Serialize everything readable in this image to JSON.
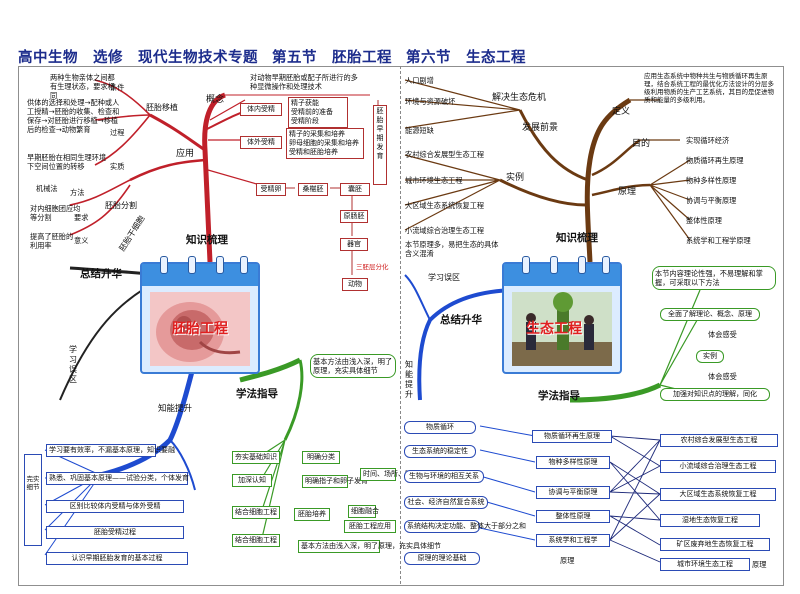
{
  "title": {
    "main": "高中生物　选修　现代生物技术专题",
    "sec5": "第五节　胚胎工程",
    "sec6": "第六节　生态工程"
  },
  "left": {
    "card_label": "胚胎工程",
    "branches": {
      "knowledge": "知识梳理",
      "summary": "总结升华",
      "method": "学法指导",
      "concept": "概念",
      "apply": "应用",
      "embryo_transfer": "胚胎移植",
      "embryo_split": "胚胎分割",
      "stem_cell": "胚胎干细胞",
      "error_zone": "学习误区",
      "ability": "知能提升"
    },
    "concept": {
      "desc": "对动物早期胚胎或配子所进行的多种显微操作和处理技术",
      "in_vivo": "体内受精",
      "in_vitro": "体外受精",
      "in_vivo_detail": "精子获能\n受精前的准备\n受精阶段",
      "in_vitro_detail": "精子的采集和培养\n卵母细胞的采集和培养\n受精和胚胎培养"
    },
    "development": {
      "vertical_box": "胚胎早期发育",
      "zygote": "受精卵",
      "morula": "桑椹胚",
      "blastula": "囊胚",
      "gastrula": "原肠胚",
      "organ": "器官",
      "individual": "动物",
      "note": "三胚层分化"
    },
    "transfer": {
      "concept": "两种生物亲体之间都有生理状态，要求相同",
      "concept_tag": "条件",
      "process": "供体的选择和处理→配种或人工授精→胚胎的收集、检查和保存→对胚胎进行移植→移植后的检查→动物繁育",
      "process_tag": "过程",
      "essence": "早期胚胎在相同生理环境下空间位置的转移",
      "essence_tag": "实质"
    },
    "split": {
      "tool": "机械法",
      "tool_tag": "方法",
      "requirement": "对内细胞团应均等分割",
      "requirement_tag": "要求",
      "meaning": "提高了胚胎的利用率",
      "meaning_tag": "意义"
    },
    "method_right": "基本方法由浅入深，明了原理，充实具体细节",
    "method_boxes": [
      "夯实基础知识",
      "加深认知",
      "结合细胞工程",
      "结合细胞工程"
    ],
    "method_sub": {
      "classify": "明确分类",
      "types": "明确指子和卵子发育",
      "stages": "时间、场所、时期、过程、结果",
      "steps": "胚胎培养",
      "split_tech": "胚胎工程应用",
      "cell_fusion": "细胞融合",
      "basic": "基本方法由浅入深，明了原理，充实具体细节"
    },
    "ability_list": [
      "学习要有效率，不漏基本原理，知识要融",
      "熟悉、巩固基本原理——试验分类，个体发育",
      "区别比较体内受精与体外受精",
      "胚胎受精过程",
      "认识早期胚胎发育的基本过程"
    ],
    "side_label": "完实细节"
  },
  "right": {
    "card_label": "生态工程",
    "branches": {
      "knowledge": "知识梳理",
      "summary": "总结升华",
      "method": "学法指导",
      "crisis": "解决生态危机",
      "background": "发展前景",
      "definition": "定义",
      "goal": "目的",
      "principle": "原理",
      "example": "实例",
      "error_zone": "学习误区",
      "ability": "知能提升"
    },
    "crisis_items": [
      "人口剧增",
      "环境与资源破坏",
      "能源短缺"
    ],
    "definition_text": "应用生态系统中物种共生与物质循环再生原理，结合系统工程的最优化方法设计的分层多级利用物质的生产工艺系统，其目的是促进物质和能量的多级利用。",
    "goal_text": "实现循环经济",
    "principles": [
      "物质循环再生原理",
      "物种多样性原理",
      "协调与平衡原理",
      "整体性原理",
      "系统学和工程学原理"
    ],
    "examples": [
      "农村综合发展型生态工程",
      "城市环境生态工程",
      "大区域生态系统恢复工程",
      "小流域综合治理生态工程"
    ],
    "example_note": "本节原理多，易把生态的具体含义混淆",
    "method_note": "本节内容理论性强，不易理解和掌握，可采取以下方法",
    "method_chain": [
      "全面了解理论、概念、原理",
      "实例",
      "加强对知识点的理解，同化"
    ],
    "method_tags": [
      "体会感受",
      "体会感受"
    ],
    "ability_left": [
      "物质循环",
      "生态系统的稳定性",
      "生物与环境的相互关系",
      "社会、经济自然复合系统",
      "系统结构决定功能、整体大于部分之和",
      "原理的理论基础"
    ],
    "ability_mid": [
      "物质循环再生原理",
      "物种多样性原理",
      "协调与平衡原理",
      "整体性原理",
      "系统学和工程学"
    ],
    "ability_right": [
      "农村综合发展型生态工程",
      "小流域综合治理生态工程",
      "大区域生态系统恢复工程",
      "湿地生态恢复工程",
      "矿区废弃地生态恢复工程",
      "城市环境生态工程"
    ],
    "ability_tag": "原理",
    "ability_tag2": "原理"
  },
  "colors": {
    "red": "#c0202a",
    "green": "#3a9a26",
    "blue": "#1e4bd0",
    "brown": "#6b3a12"
  }
}
